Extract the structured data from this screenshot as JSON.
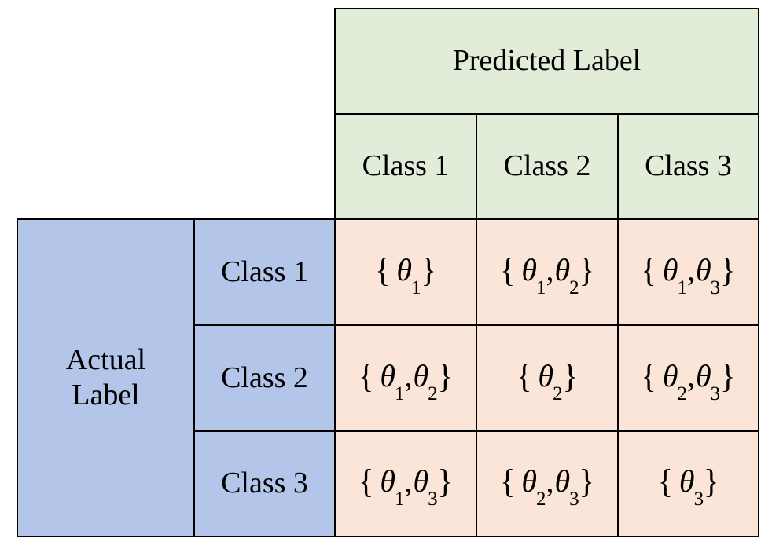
{
  "predicted_header": "Predicted Label",
  "actual_header": {
    "line1": "Actual",
    "line2": "Label"
  },
  "predicted_classes": [
    "Class 1",
    "Class 2",
    "Class 3"
  ],
  "actual_classes": [
    "Class 1",
    "Class 2",
    "Class 3"
  ],
  "theta_symbol": "θ",
  "matrix": [
    [
      [
        "1"
      ],
      [
        "1",
        "2"
      ],
      [
        "1",
        "3"
      ]
    ],
    [
      [
        "1",
        "2"
      ],
      [
        "2"
      ],
      [
        "2",
        "3"
      ]
    ],
    [
      [
        "1",
        "3"
      ],
      [
        "2",
        "3"
      ],
      [
        "3"
      ]
    ]
  ],
  "colors": {
    "predicted_header_bg": "#e1ecd9",
    "actual_header_bg": "#b3c5e8",
    "cell_bg": "#fae5d8",
    "border": "#000000"
  }
}
